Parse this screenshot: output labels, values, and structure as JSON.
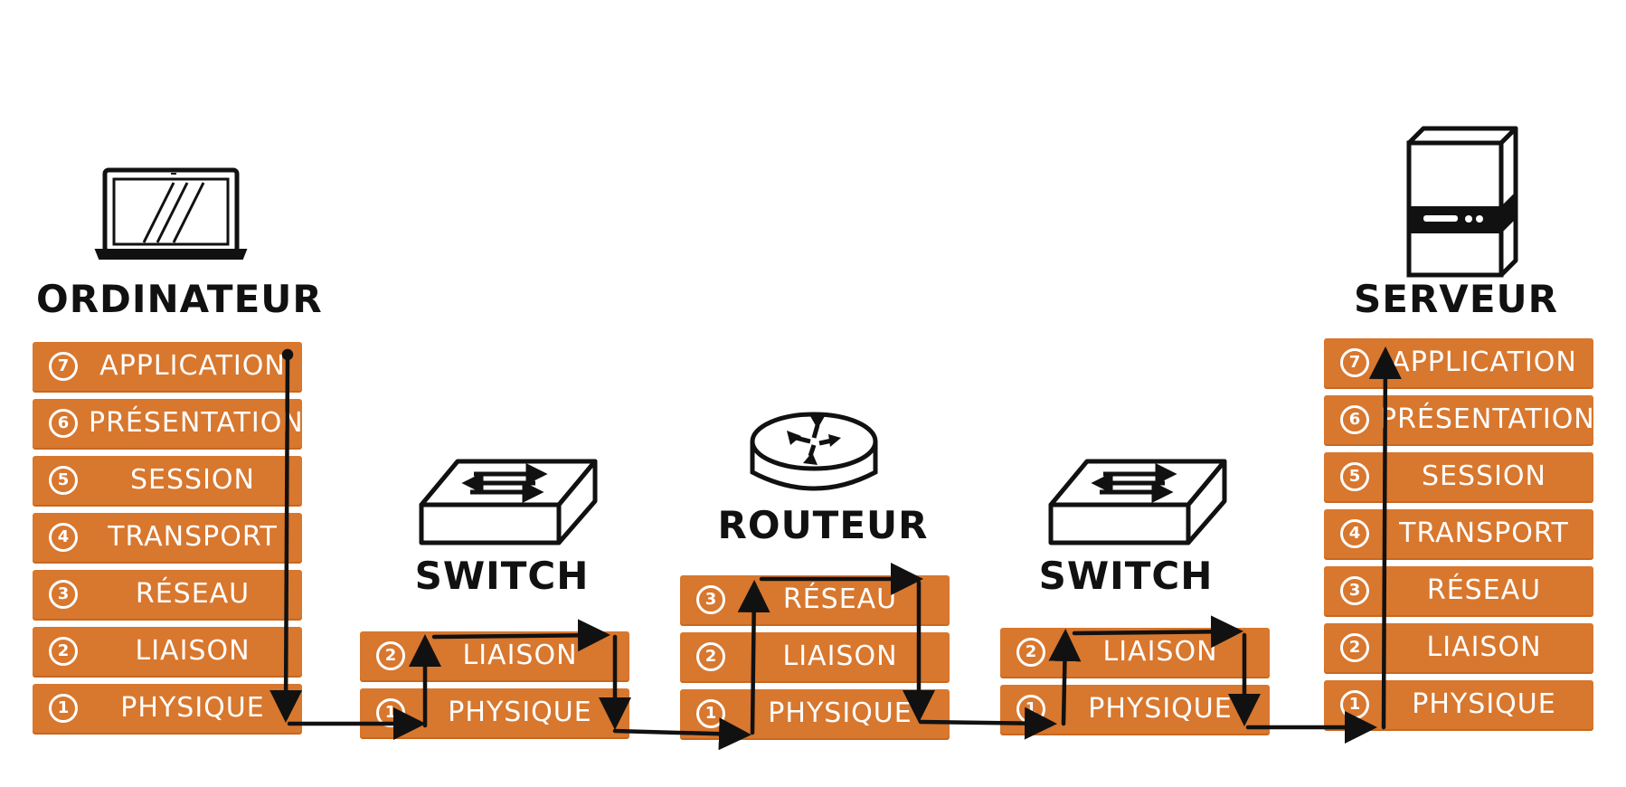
{
  "devices": {
    "computer": {
      "label": "ORDINATEUR",
      "layers": [
        {
          "num": "7",
          "name": "APPLICATION"
        },
        {
          "num": "6",
          "name": "PRÉSENTATION"
        },
        {
          "num": "5",
          "name": "SESSION"
        },
        {
          "num": "4",
          "name": "TRANSPORT"
        },
        {
          "num": "3",
          "name": "RÉSEAU"
        },
        {
          "num": "2",
          "name": "LIAISON"
        },
        {
          "num": "1",
          "name": "PHYSIQUE"
        }
      ]
    },
    "switch1": {
      "label": "SWITCH",
      "layers": [
        {
          "num": "2",
          "name": "LIAISON"
        },
        {
          "num": "1",
          "name": "PHYSIQUE"
        }
      ]
    },
    "router": {
      "label": "ROUTEUR",
      "layers": [
        {
          "num": "3",
          "name": "RÉSEAU"
        },
        {
          "num": "2",
          "name": "LIAISON"
        },
        {
          "num": "1",
          "name": "PHYSIQUE"
        }
      ]
    },
    "switch2": {
      "label": "SWITCH",
      "layers": [
        {
          "num": "2",
          "name": "LIAISON"
        },
        {
          "num": "1",
          "name": "PHYSIQUE"
        }
      ]
    },
    "server": {
      "label": "SERVEUR",
      "layers": [
        {
          "num": "7",
          "name": "APPLICATION"
        },
        {
          "num": "6",
          "name": "PRÉSENTATION"
        },
        {
          "num": "5",
          "name": "SESSION"
        },
        {
          "num": "4",
          "name": "TRANSPORT"
        },
        {
          "num": "3",
          "name": "RÉSEAU"
        },
        {
          "num": "2",
          "name": "LIAISON"
        },
        {
          "num": "1",
          "name": "PHYSIQUE"
        }
      ]
    }
  },
  "icons": {
    "computer": "laptop-icon",
    "switch": "network-switch-icon",
    "router": "router-icon",
    "server": "server-icon"
  },
  "colors": {
    "layer_fill": "#d8772e",
    "layer_text": "#ffffff",
    "ink": "#111111"
  }
}
